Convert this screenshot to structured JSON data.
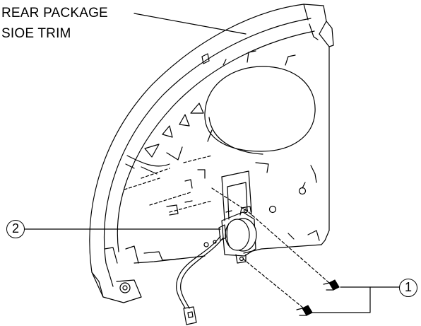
{
  "labels": {
    "title_line1": "REAR PACKAGE",
    "title_line2": "SIOE TRIM"
  },
  "callouts": {
    "screw": "1",
    "speaker": "2"
  }
}
